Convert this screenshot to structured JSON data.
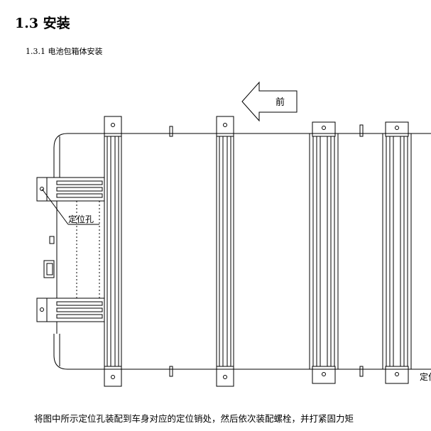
{
  "section": {
    "heading": "1.3 安装",
    "subheading": "1.3.1 电池包箱体安装"
  },
  "drawing": {
    "direction_label": "前",
    "locator_label": "定位孔",
    "locator_label_cut": "定位"
  },
  "body_text": "将图中所示定位孔装配到车身对应的定位销处，然后依次装配螺栓，并打紧固力矩"
}
